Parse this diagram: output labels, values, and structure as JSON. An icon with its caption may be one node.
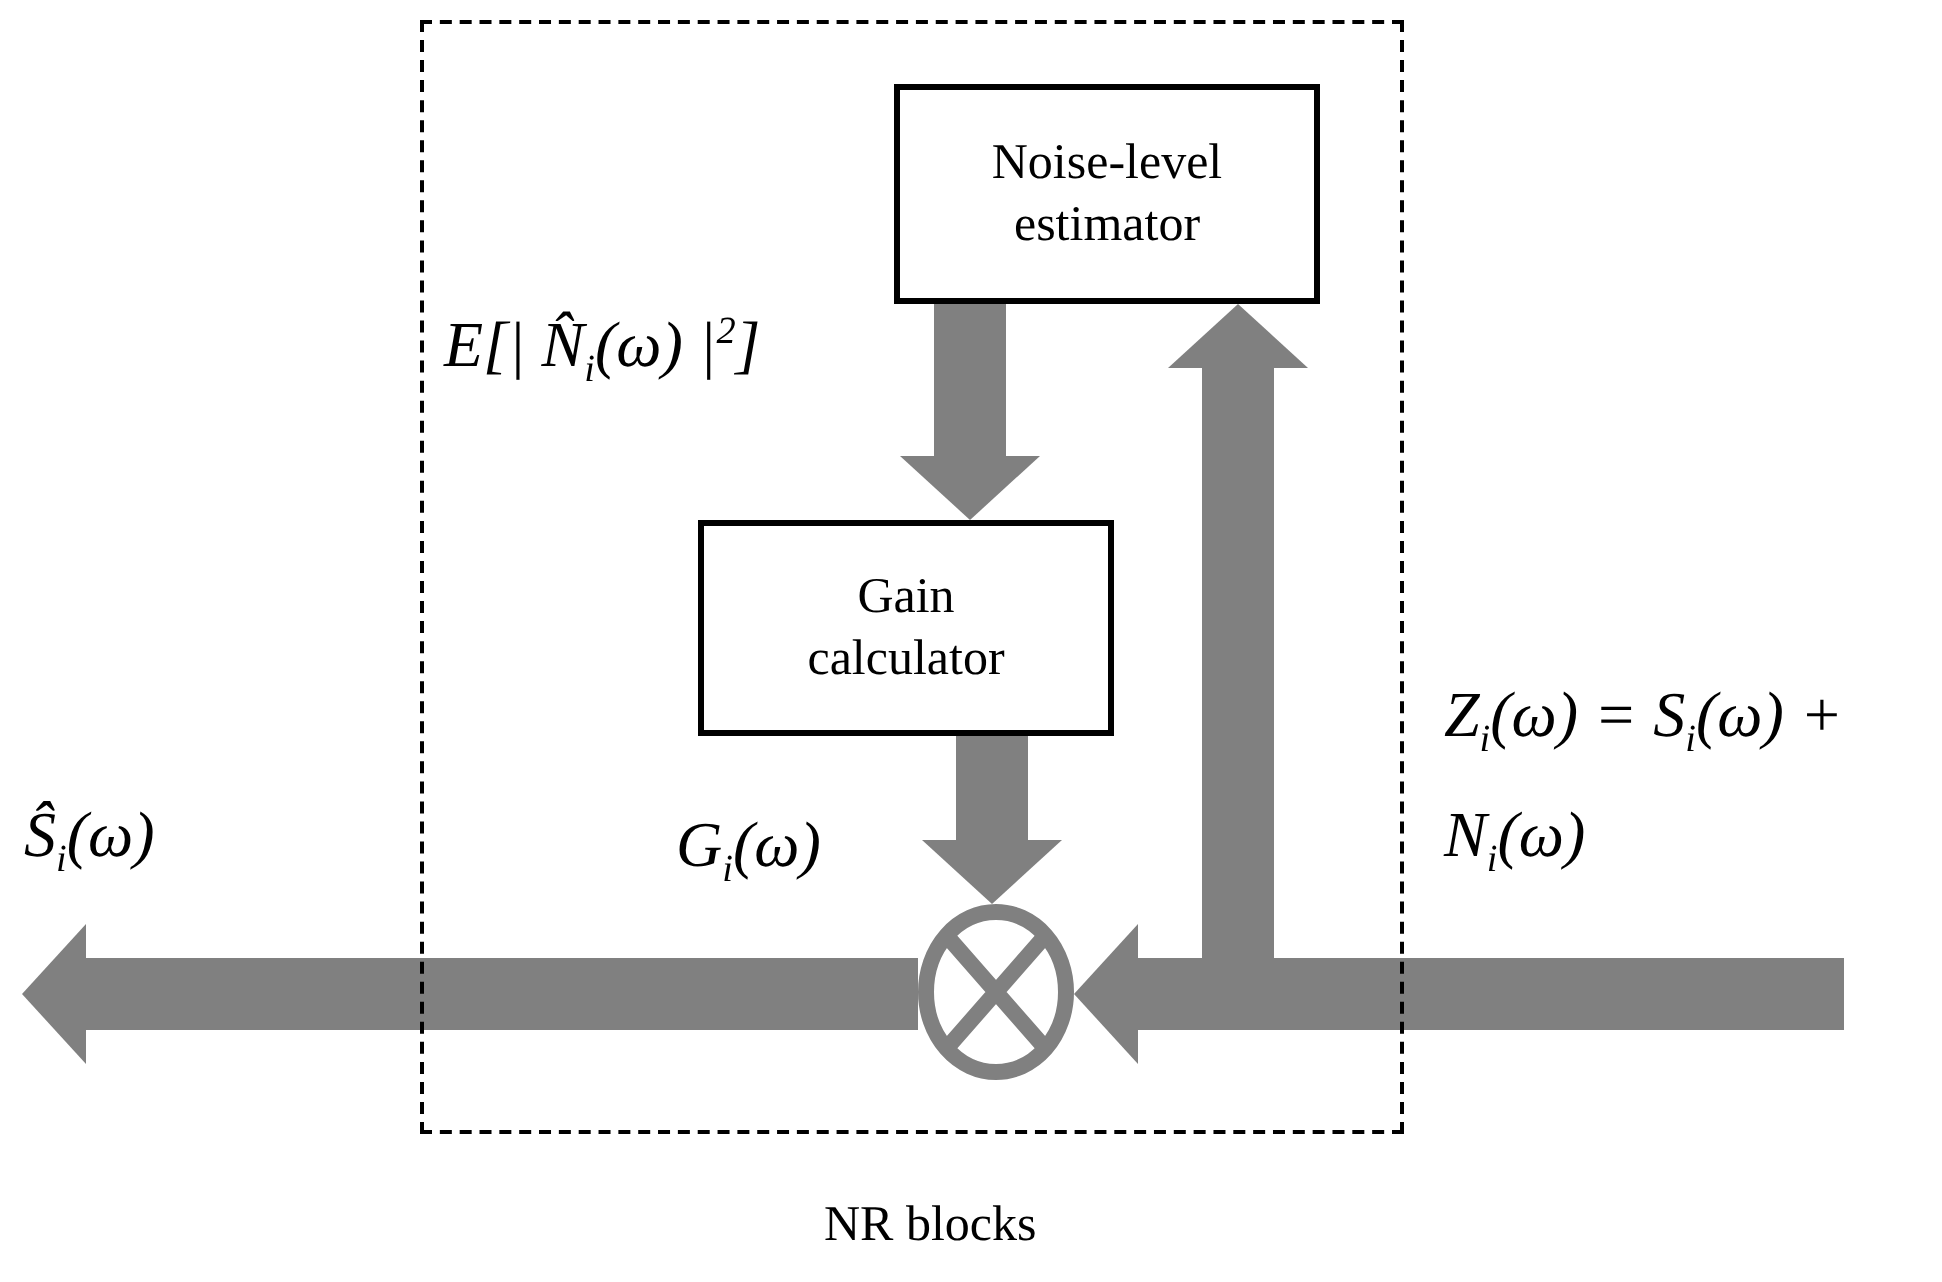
{
  "diagram": {
    "nodes": [
      {
        "text": [
          "NR blocks"
        ]
      },
      {
        "text": [
          "Noise-level estimator"
        ],
        "in": 0
      },
      {
        "text": [
          "Gain calculator"
        ],
        "in": 0
      },
      {
        "text": [],
        "shape": "circle",
        "in": 0
      }
    ],
    "edges": [
      {
        "from": 1,
        "to": 2,
        "arrow": "to",
        "label": "E[| N̂$_{i}$(ω) |$^{2}$]"
      },
      {
        "from": 2,
        "to": 3,
        "arrow": "to",
        "label": "G$_{i}$(ω)"
      },
      {
        "from": null,
        "to": 3,
        "arrow": "to",
        "label": "Z$_{i}$(ω) = S$_{i}$(ω) + N$_{i}$(ω)"
      },
      {
        "from": null,
        "to": 1,
        "arrow": "to"
      },
      {
        "from": 3,
        "to": null,
        "arrow": "to",
        "label": "Ŝ$_{i}$(ω)"
      }
    ]
  }
}
